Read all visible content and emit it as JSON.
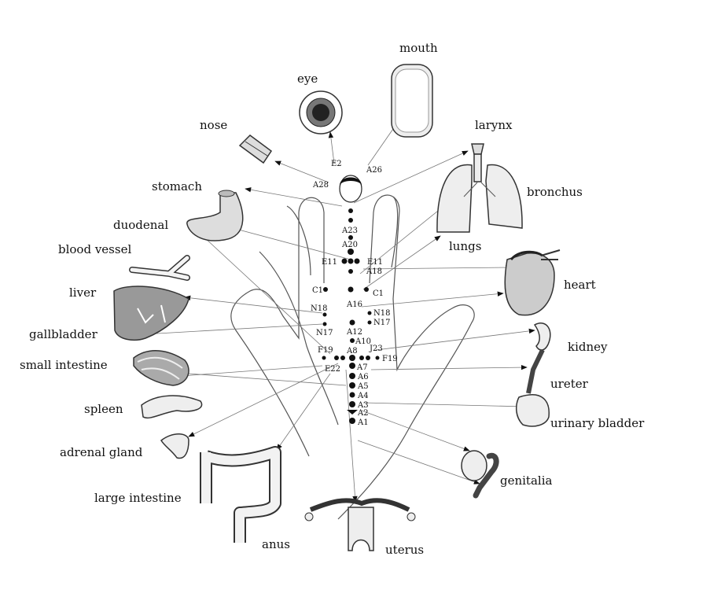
{
  "labels": {
    "mouth": "mouth",
    "eye": "eye",
    "nose": "nose",
    "larynx": "larynx",
    "stomach": "stomach",
    "bronchus": "bronchus",
    "duodenal": "duodenal",
    "blood_vessel": "blood vessel",
    "lungs": "lungs",
    "liver": "liver",
    "heart": "heart",
    "gallbladder": "gallbladder",
    "kidney": "kidney",
    "small_intestine": "small intestine",
    "ureter": "ureter",
    "spleen": "spleen",
    "urinary_bladder": "urinary bladder",
    "adrenal_gland": "adrenal gland",
    "genitalia": "genitalia",
    "large_intestine": "large intestine",
    "anus": "anus",
    "uterus": "uterus"
  },
  "points": {
    "E2": "E2",
    "A26": "A26",
    "A28": "A28",
    "A23": "A23",
    "A20": "A20",
    "E11_left": "E11",
    "E11_right": "E11",
    "A18": "A18",
    "C1_left": "C1",
    "C1_right": "C1",
    "A16": "A16",
    "N18_left": "N18",
    "N17_left": "N17",
    "N18_right": "N18",
    "N17_right": "N17",
    "A12": "A12",
    "A10": "A10",
    "F19_left": "F19",
    "A8": "A8",
    "J23": "J23",
    "F19_right": "F19",
    "E22": "E22",
    "A7": "A7",
    "A6": "A6",
    "A5": "A5",
    "A4": "A4",
    "A3": "A3",
    "A2": "A2",
    "A1": "A1"
  }
}
